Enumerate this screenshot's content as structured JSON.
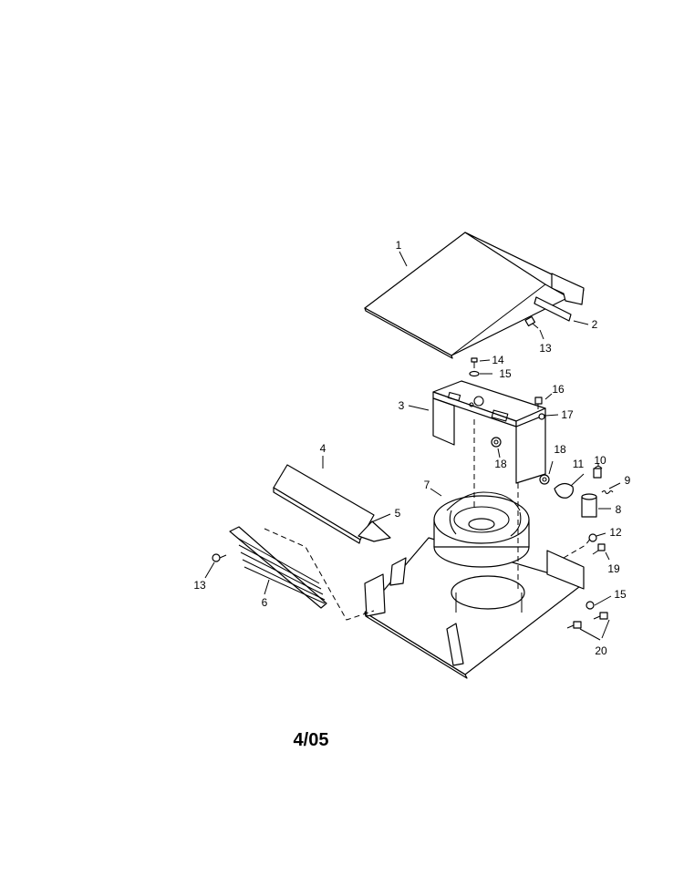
{
  "diagram": {
    "callouts": [
      {
        "id": "c1",
        "text": "1"
      },
      {
        "id": "c2",
        "text": "2"
      },
      {
        "id": "c3",
        "text": "3"
      },
      {
        "id": "c4",
        "text": "4"
      },
      {
        "id": "c5",
        "text": "5"
      },
      {
        "id": "c6",
        "text": "6"
      },
      {
        "id": "c7",
        "text": "7"
      },
      {
        "id": "c8",
        "text": "8"
      },
      {
        "id": "c9",
        "text": "9"
      },
      {
        "id": "c10",
        "text": "10"
      },
      {
        "id": "c11",
        "text": "11"
      },
      {
        "id": "c12",
        "text": "12"
      },
      {
        "id": "c13a",
        "text": "13"
      },
      {
        "id": "c13b",
        "text": "13"
      },
      {
        "id": "c14",
        "text": "14"
      },
      {
        "id": "c15a",
        "text": "15"
      },
      {
        "id": "c15b",
        "text": "15"
      },
      {
        "id": "c16",
        "text": "16"
      },
      {
        "id": "c17",
        "text": "17"
      },
      {
        "id": "c18a",
        "text": "18"
      },
      {
        "id": "c18b",
        "text": "18"
      },
      {
        "id": "c19",
        "text": "19"
      },
      {
        "id": "c20",
        "text": "20"
      }
    ],
    "revision_date": "4/05"
  }
}
